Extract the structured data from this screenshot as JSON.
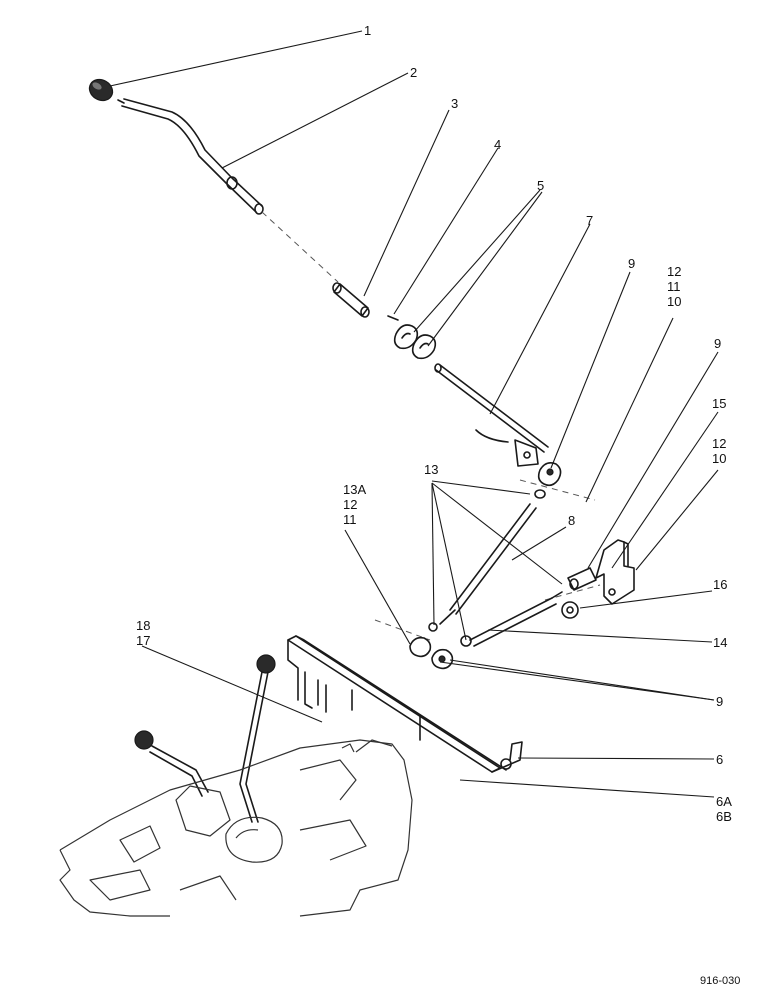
{
  "callouts": [
    {
      "id": "c1",
      "lines": [
        "1"
      ]
    },
    {
      "id": "c2",
      "lines": [
        "2"
      ]
    },
    {
      "id": "c3",
      "lines": [
        "3"
      ]
    },
    {
      "id": "c4",
      "lines": [
        "4"
      ]
    },
    {
      "id": "c5",
      "lines": [
        "5"
      ]
    },
    {
      "id": "c7",
      "lines": [
        "7"
      ]
    },
    {
      "id": "c9a",
      "lines": [
        "9"
      ]
    },
    {
      "id": "c121110",
      "lines": [
        "12",
        "11",
        "10"
      ]
    },
    {
      "id": "c9b",
      "lines": [
        "9"
      ]
    },
    {
      "id": "c15",
      "lines": [
        "15"
      ]
    },
    {
      "id": "c1210",
      "lines": [
        "12",
        "10"
      ]
    },
    {
      "id": "c13",
      "lines": [
        "13"
      ]
    },
    {
      "id": "c13a",
      "lines": [
        "13A",
        "12",
        "11"
      ]
    },
    {
      "id": "c8",
      "lines": [
        "8"
      ]
    },
    {
      "id": "c16",
      "lines": [
        "16"
      ]
    },
    {
      "id": "c14",
      "lines": [
        "14"
      ]
    },
    {
      "id": "c1817",
      "lines": [
        "18",
        "17"
      ]
    },
    {
      "id": "c9c",
      "lines": [
        "9"
      ]
    },
    {
      "id": "c6",
      "lines": [
        "6"
      ]
    },
    {
      "id": "c6ab",
      "lines": [
        "6A",
        "6B"
      ]
    }
  ],
  "figure_code": "916-030"
}
